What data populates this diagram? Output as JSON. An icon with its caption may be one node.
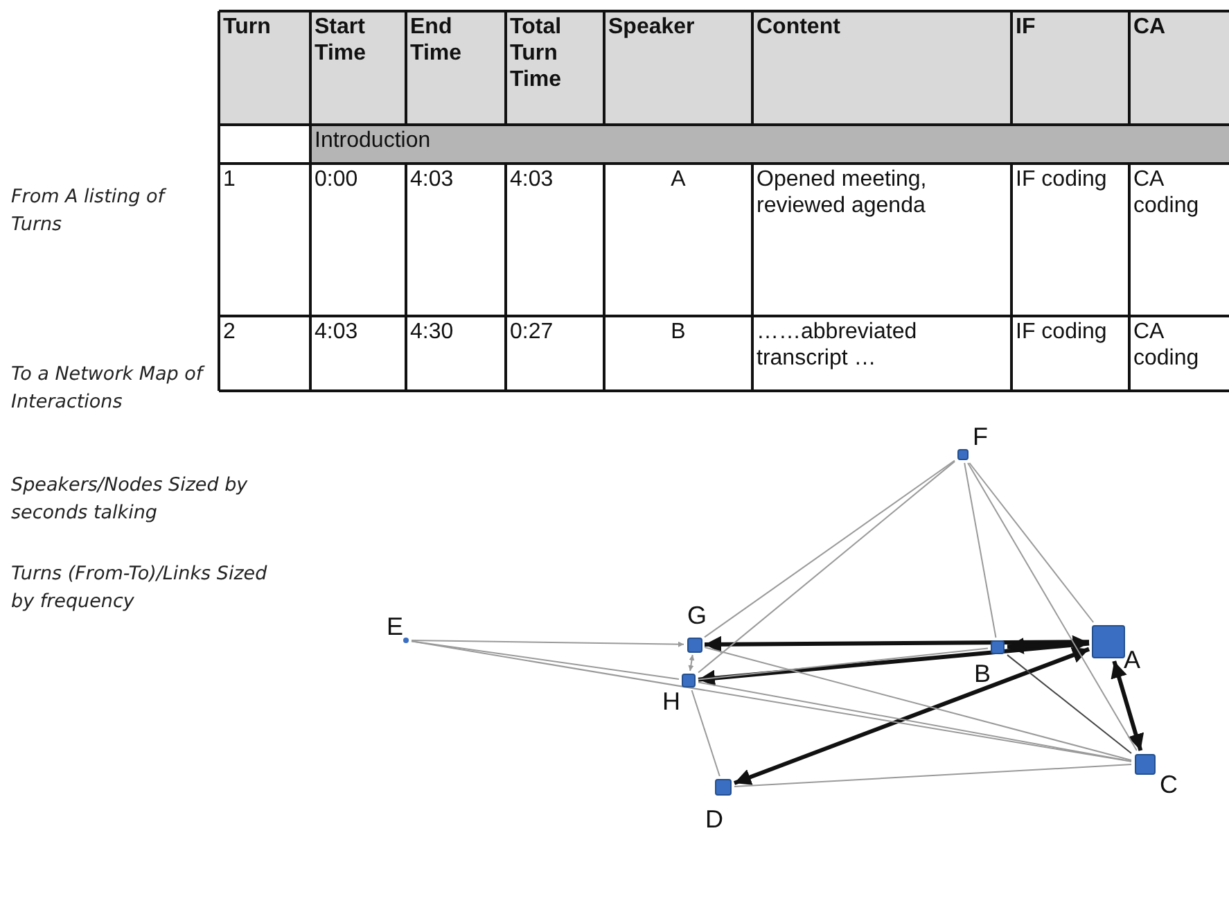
{
  "diagram": {
    "nodes": [
      {
        "text": [
          "A"
        ]
      },
      {
        "text": [
          "B"
        ]
      },
      {
        "text": [
          "C"
        ]
      },
      {
        "text": [
          "D"
        ]
      },
      {
        "text": [
          "E"
        ]
      },
      {
        "text": [
          "F"
        ]
      },
      {
        "text": [
          "G"
        ]
      },
      {
        "text": [
          "H"
        ]
      }
    ],
    "edges": [
      {
        "from": 0,
        "to": 6,
        "arrow": "to",
        "style": "thick",
        "color": "#111111"
      },
      {
        "from": 0,
        "to": 7,
        "arrow": "to",
        "style": "thick",
        "color": "#111111"
      },
      {
        "from": 0,
        "to": 1,
        "arrow": "both",
        "style": "thick",
        "color": "#111111"
      },
      {
        "from": 0,
        "to": 2,
        "arrow": "both",
        "style": "thick",
        "color": "#111111"
      },
      {
        "from": 0,
        "to": 3,
        "arrow": "both",
        "style": "thick",
        "color": "#111111"
      },
      {
        "from": 6,
        "to": 7,
        "arrow": "both"
      },
      {
        "from": 4,
        "to": 6,
        "arrow": "to"
      },
      {
        "from": 4,
        "to": 7,
        "arrow": "none"
      },
      {
        "from": 4,
        "to": 2,
        "arrow": "none"
      },
      {
        "from": 5,
        "to": 6,
        "arrow": "none"
      },
      {
        "from": 5,
        "to": 7,
        "arrow": "none"
      },
      {
        "from": 5,
        "to": 0,
        "arrow": "none"
      },
      {
        "from": 5,
        "to": 1,
        "arrow": "none"
      },
      {
        "from": 5,
        "to": 2,
        "arrow": "none"
      },
      {
        "from": 6,
        "to": 2,
        "arrow": "none"
      },
      {
        "from": 7,
        "to": 2,
        "arrow": "none"
      },
      {
        "from": 7,
        "to": 1,
        "arrow": "none"
      },
      {
        "from": 7,
        "to": 3,
        "arrow": "none"
      },
      {
        "from": 3,
        "to": 2,
        "arrow": "none"
      },
      {
        "from": 1,
        "to": 2,
        "arrow": "none",
        "color": "#444444"
      }
    ],
    "labels": [
      "Turn",
      "Start Time",
      "End Time",
      "Total Turn Time",
      "Speaker",
      "Content",
      "IF",
      "CA",
      "Introduction",
      "1",
      "0:00",
      "4:03",
      "4:03",
      "A",
      "Opened meeting, reviewed agenda",
      "IF coding",
      "CA coding",
      "2",
      "4:03",
      "4:30",
      "0:27",
      "B",
      "……abbreviated transcript …",
      "IF coding",
      "CA coding",
      "From A listing of Turns",
      "To a Network Map of Interactions",
      "Speakers/Nodes Sized by seconds talking",
      "Turns (From-To)/Links Sized by frequency"
    ]
  }
}
